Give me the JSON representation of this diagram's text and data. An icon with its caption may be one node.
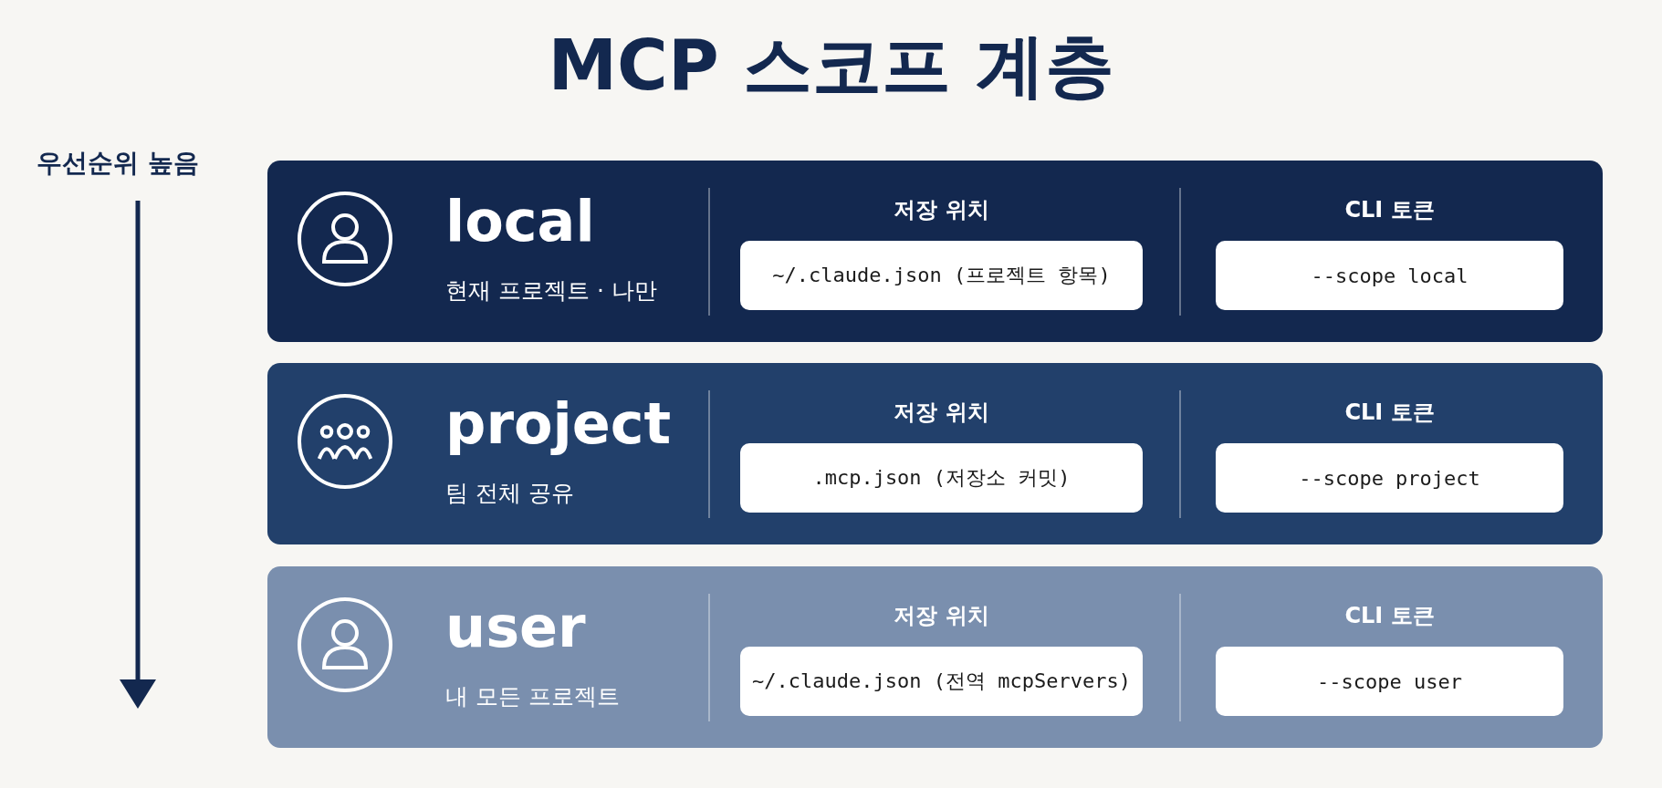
{
  "diagram": {
    "title": "MCP 스코프 계층",
    "nodes": [
      {
        "text": [
          "local",
          "현재 프로젝트 · 나만"
        ]
      },
      {
        "text": [
          "저장 위치",
          "~/.claude.json (프로젝트 항목)"
        ],
        "in": 0
      },
      {
        "text": [
          "CLI 토큰",
          "--scope local"
        ],
        "in": 0
      },
      {
        "text": [
          "project",
          "팀 전체 공유"
        ]
      },
      {
        "text": [
          "저장 위치",
          ".mcp.json (저장소 커밋)"
        ],
        "in": 3
      },
      {
        "text": [
          "CLI 토큰",
          "--scope project"
        ],
        "in": 3
      },
      {
        "text": [
          "user",
          "내 모든 프로젝트"
        ]
      },
      {
        "text": [
          "저장 위치",
          "~/.claude.json (전역 mcpServers)"
        ],
        "in": 6
      },
      {
        "text": [
          "CLI 토큰",
          "--scope user"
        ],
        "in": 6
      }
    ],
    "edges": [],
    "labels": [
      "우선순위 높음"
    ]
  }
}
